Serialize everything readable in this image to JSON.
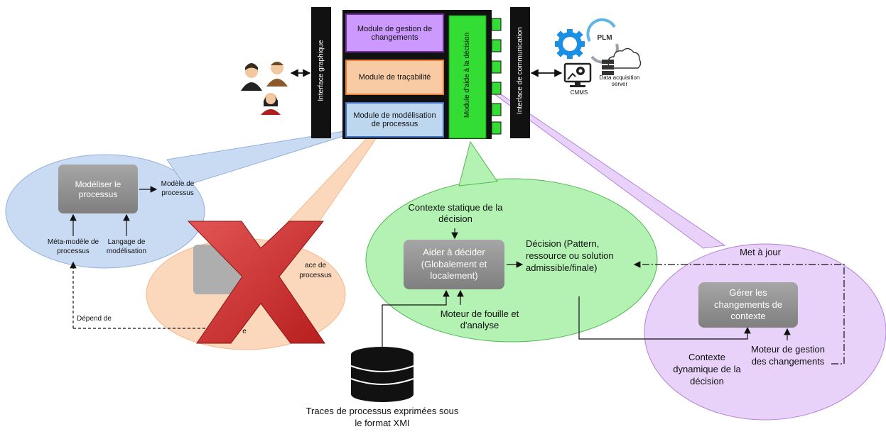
{
  "architecture": {
    "interface_graphique": "Interface graphique",
    "interface_communication": "Interface de communication",
    "module_gestion_changements": "Module de gestion de changements",
    "module_tracabilite": "Module de traçabilité",
    "module_modelisation": "Module de modélisation de processus",
    "module_aide_decision": "Module d'aide à la décision"
  },
  "external_systems": {
    "erp": "ERP",
    "plm": "PLM",
    "cmms": "CMMS",
    "data_acquisition": "Data acquisition server"
  },
  "modeling_bubble": {
    "process_box": "Modéliser le processus",
    "output": "Modèle de processus",
    "input_metamodel": "Méta-modèle de processus",
    "input_language": "Langage de modélisation",
    "depends_on": "Dépend de"
  },
  "traceability_bubble": {
    "fragment_top": "ace de processus",
    "fragment_bottom": "e"
  },
  "decision_bubble": {
    "static_context": "Contexte statique de la décision",
    "process_box": "Aider à décider (Globalement et localement)",
    "output": "Décision (Pattern, ressource ou solution admissible/finale)",
    "engine": "Moteur de fouille et d'analyse"
  },
  "change_bubble": {
    "updates": "Met à jour",
    "process_box": "Gérer les changements de contexte",
    "dynamic_context": "Contexte dynamique de la décision",
    "engine": "Moteur de gestion des changements"
  },
  "database": {
    "caption": "Traces de processus exprimées sous le format XMI"
  },
  "colors": {
    "blue_module": "#bdd7ee",
    "orange_module": "#f8cba4",
    "purple_module": "#cc99ff",
    "green_module": "#33dd33",
    "blue_bubble": "#c5d9f1",
    "orange_bubble": "#fbd4b4",
    "green_bubble": "#a6f0a6",
    "purple_bubble": "#e1c4f7",
    "cross": "#d63a3a"
  },
  "icons": [
    "users-icon",
    "erp-gear-icon",
    "plm-cycle-icon",
    "cloud-icon",
    "server-icon",
    "cmms-monitor-icon",
    "database-icon",
    "cross-icon"
  ]
}
